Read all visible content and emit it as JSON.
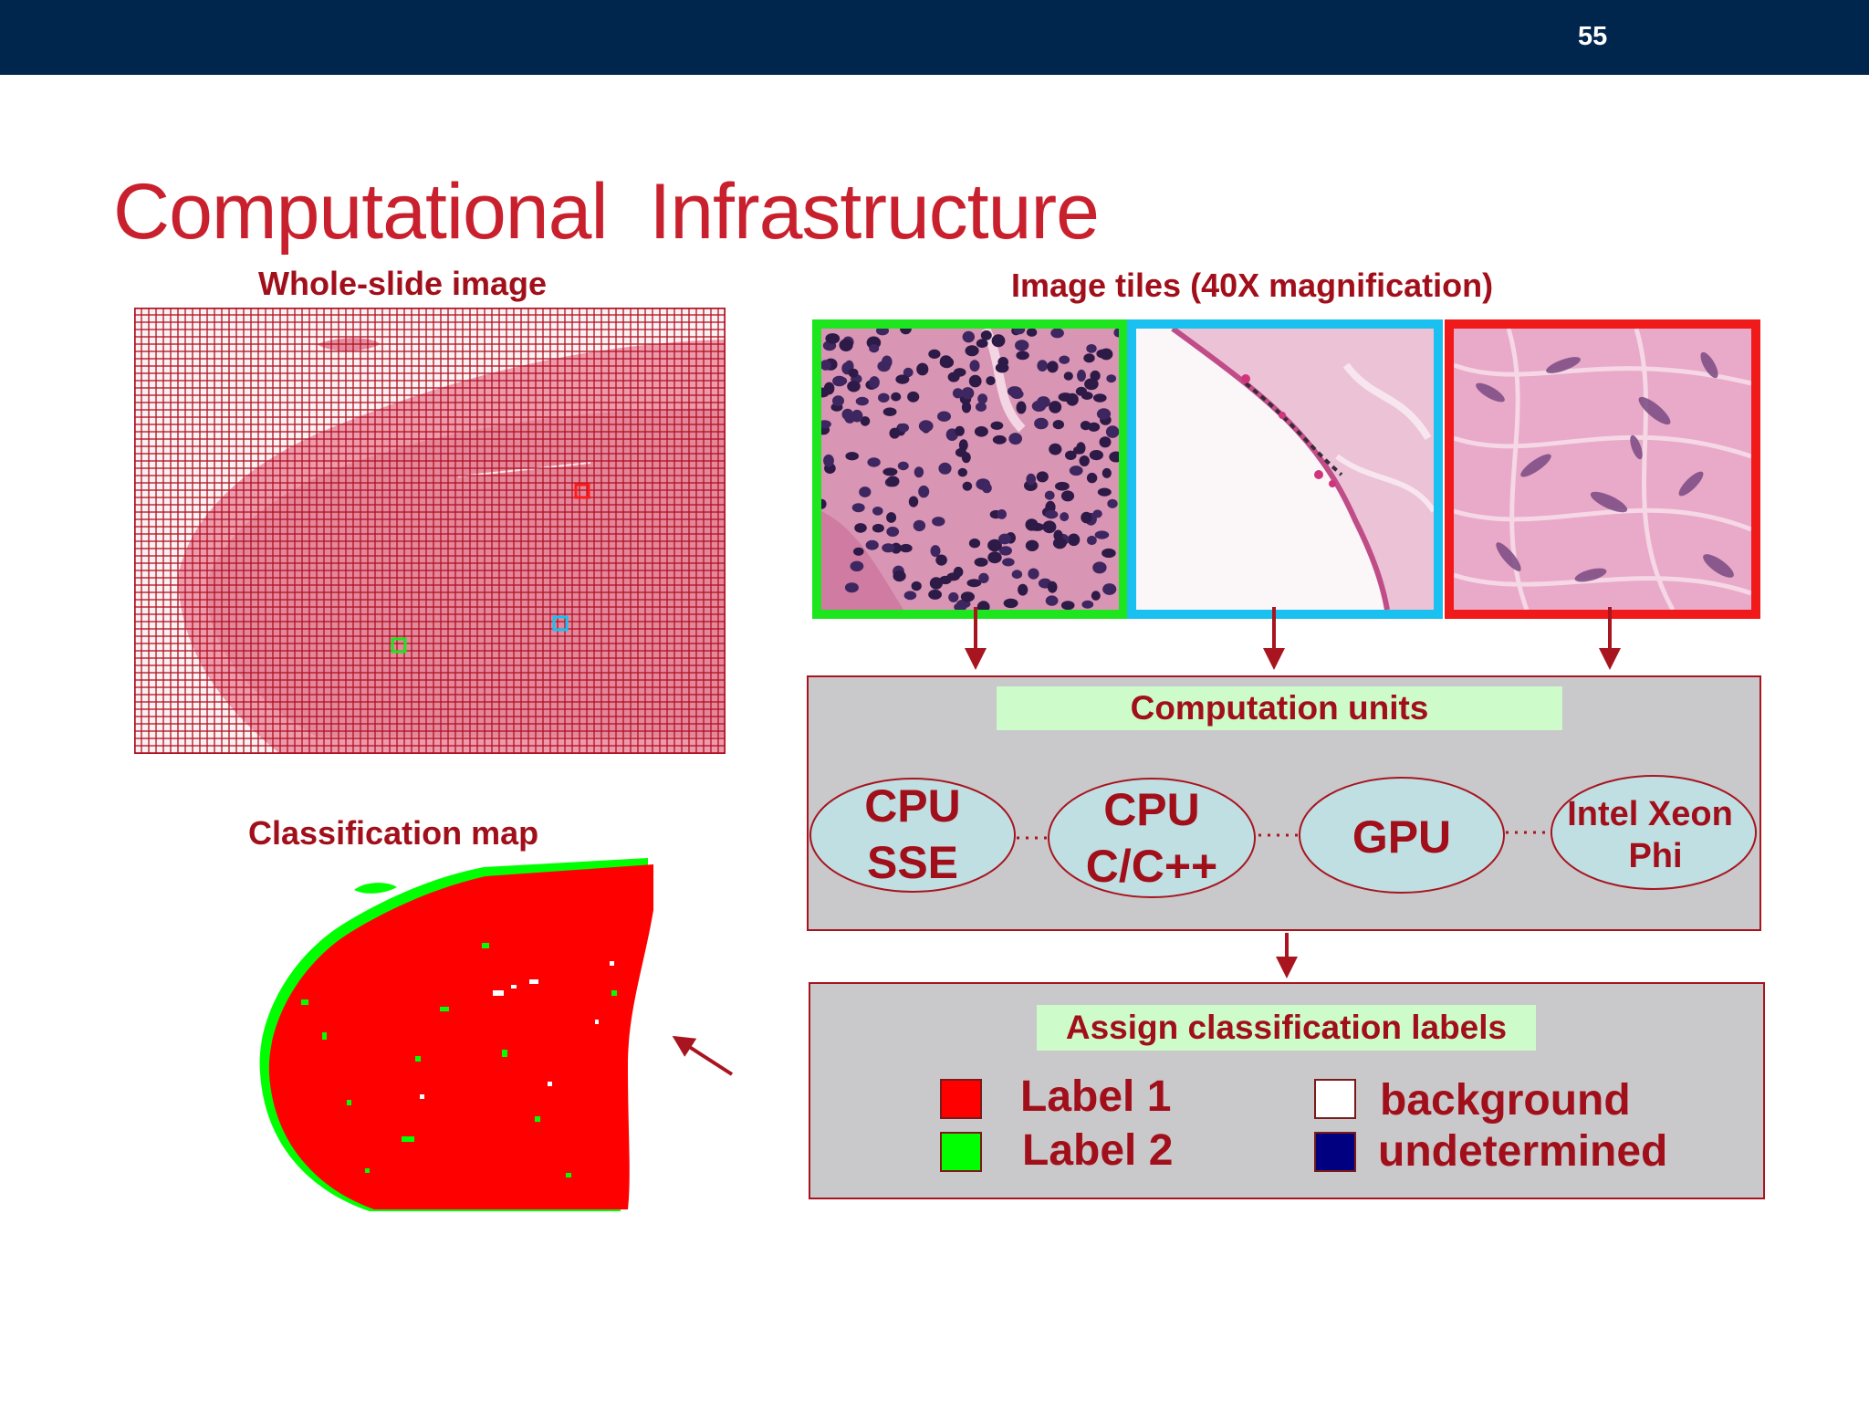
{
  "slide": {
    "page_number": "55",
    "title": "Computational  Infrastructure"
  },
  "wsi": {
    "title": "Whole-slide image"
  },
  "tiles": {
    "title": "Image tiles (40X magnification)",
    "frame_colors": [
      "#1ee61e",
      "#19c0f0",
      "#f01a1a"
    ]
  },
  "computation": {
    "label": "Computation units",
    "units": [
      {
        "line1": "CPU",
        "line2": "SSE"
      },
      {
        "line1": "CPU",
        "line2": "C/C++"
      },
      {
        "line1": "GPU",
        "line2": ""
      },
      {
        "line1": "Intel Xeon",
        "line2": "Phi"
      }
    ]
  },
  "assign": {
    "label": "Assign classification labels",
    "legend": [
      {
        "label": "Label 1",
        "color": "#ff0000"
      },
      {
        "label": "Label 2",
        "color": "#00ff00"
      },
      {
        "label": "background",
        "color": "#ffffff"
      },
      {
        "label": "undetermined",
        "color": "#000080"
      }
    ]
  },
  "classification_map": {
    "title": "Classification map"
  },
  "colors": {
    "header_bar": "#00264d",
    "title_red": "#c9202e",
    "text_red": "#a10f1a",
    "panel_gray": "#c9c8ca",
    "label_bg": "#cdfbc9",
    "ellipse_fill": "#bfdfe3"
  }
}
